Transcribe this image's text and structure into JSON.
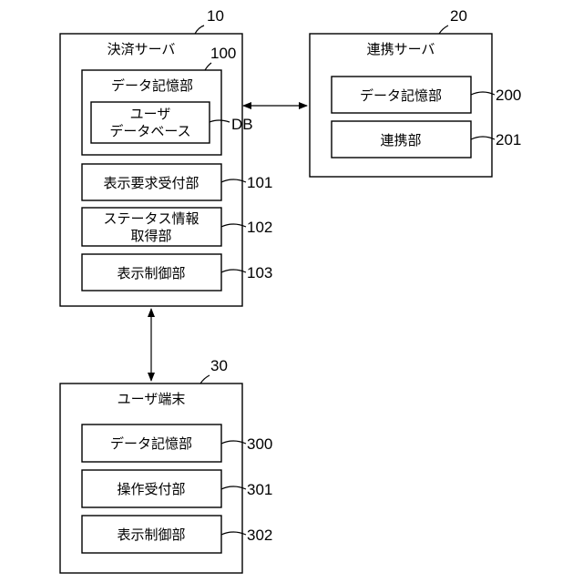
{
  "payment_server": {
    "title": "決済サーバ",
    "ref": "10",
    "storage": {
      "label": "データ記憶部",
      "ref": "100",
      "db": {
        "line1": "ユーザ",
        "line2": "データベース",
        "ref": "DB"
      }
    },
    "modules": [
      {
        "line1": "表示要求受付部",
        "line2": "",
        "ref": "101"
      },
      {
        "line1": "ステータス情報",
        "line2": "取得部",
        "ref": "102"
      },
      {
        "line1": "表示制御部",
        "line2": "",
        "ref": "103"
      }
    ]
  },
  "link_server": {
    "title": "連携サーバ",
    "ref": "20",
    "modules": [
      {
        "line1": "データ記憶部",
        "ref": "200"
      },
      {
        "line1": "連携部",
        "ref": "201"
      }
    ]
  },
  "user_terminal": {
    "title": "ユーザ端末",
    "ref": "30",
    "modules": [
      {
        "line1": "データ記憶部",
        "ref": "300"
      },
      {
        "line1": "操作受付部",
        "ref": "301"
      },
      {
        "line1": "表示制御部",
        "ref": "302"
      }
    ]
  }
}
